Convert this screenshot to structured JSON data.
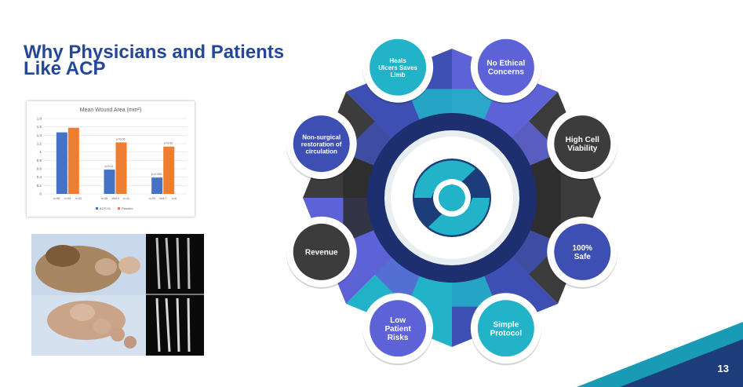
{
  "slide": {
    "title_line1": "Why Physicians and Patients",
    "title_line2": "Like ACP",
    "page_number": "13"
  },
  "chart_data": {
    "type": "bar",
    "title": "Mean Wound Area (mm²)",
    "ylim": [
      0,
      1.8
    ],
    "yticks": [
      "0",
      "0.2",
      "0.4",
      "0.6",
      "0.8",
      "1",
      "1.2",
      "1.4",
      "1.6",
      "1.8"
    ],
    "categories": [
      "",
      "",
      ""
    ],
    "tick_labels": [
      [
        "n=58",
        "n=54",
        "n=51"
      ],
      [
        "n=28",
        "Visit 5",
        "n=11"
      ],
      [
        "n=29",
        "Visit 7",
        "n=8"
      ]
    ],
    "series": [
      {
        "name": "ACP-01",
        "color": "#4472c4",
        "values": [
          1.47,
          0.58,
          0.39
        ]
      },
      {
        "name": "Placebo",
        "color": "#ed7d31",
        "values": [
          1.58,
          1.23,
          1.13
        ]
      }
    ],
    "annotations": [
      "",
      "p=0.11",
      "p<0.005"
    ],
    "annotations_orange": [
      "",
      "p=0.05",
      "p=0.02"
    ],
    "grid": true,
    "legend": "bottom"
  },
  "infographic": {
    "colors": {
      "blue": "#3e4fb3",
      "teal": "#22b3c8",
      "purple": "#5d63d6",
      "gray": "#3c3c3c",
      "navy": "#1d2f6e"
    },
    "nodes": [
      {
        "lines": [
          "Heals",
          "Ulcers Saves",
          "Limb"
        ],
        "color": "#22b3c8"
      },
      {
        "lines": [
          "No Ethical",
          "Concerns"
        ],
        "color": "#5d63d6"
      },
      {
        "lines": [
          "High Cell",
          "Viability"
        ],
        "color": "#3c3c3c"
      },
      {
        "lines": [
          "100%",
          "Safe"
        ],
        "color": "#3e4fb3"
      },
      {
        "lines": [
          "Simple",
          "Protocol"
        ],
        "color": "#22b3c8"
      },
      {
        "lines": [
          "Low",
          "Patient",
          "Risks"
        ],
        "color": "#5d63d6"
      },
      {
        "lines": [
          "Revenue"
        ],
        "color": "#3c3c3c"
      },
      {
        "lines": [
          "Non-surgical",
          "restoration of",
          "circulation"
        ],
        "color": "#3e4fb3"
      }
    ]
  }
}
